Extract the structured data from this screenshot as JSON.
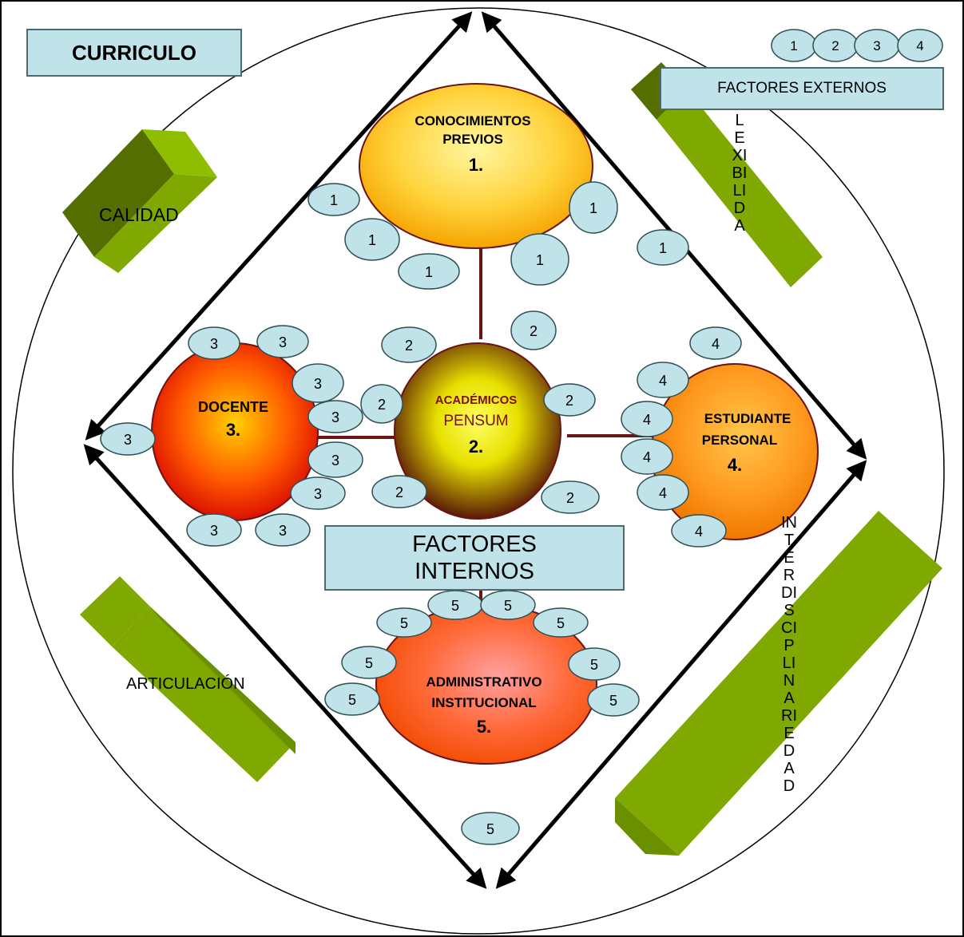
{
  "title": "CURRICULO",
  "external_factors": "FACTORES EXTERNOS",
  "internal_factors": "FACTORES INTERNOS",
  "legend": [
    "1",
    "2",
    "3",
    "4"
  ],
  "side_labels": {
    "calidad": "CALIDAD",
    "articulacion": "ARTICULACIÓN",
    "flexibilidad": [
      "L",
      "E",
      "XI",
      "BI",
      "LI",
      "D",
      "A"
    ],
    "interdisciplinariedad": [
      "IN",
      "T",
      "E",
      "R",
      "DI",
      "S",
      "CI",
      "P",
      "LI",
      "N",
      "A",
      "RI",
      "E",
      "D",
      "A",
      "D"
    ]
  },
  "nodes": {
    "n1": {
      "line1": "CONOCIMIENTOS",
      "line2": "PREVIOS",
      "num": "1."
    },
    "n2": {
      "line1": "ACADÉMICOS",
      "line2": "PENSUM",
      "num": "2."
    },
    "n3": {
      "line1": "DOCENTE",
      "num": "3."
    },
    "n4": {
      "line1": "ESTUDIANTE",
      "line2": "PERSONAL",
      "num": "4."
    },
    "n5": {
      "line1": "ADMINISTRATIVO",
      "line2": "INSTITUCIONAL",
      "num": "5."
    }
  },
  "bubble_labels": {
    "group1": "1",
    "group2": "2",
    "group3": "3",
    "group4": "4",
    "group5": "5"
  },
  "colors": {
    "box_fill": "#bfe3e8",
    "green_bar": "#7fa800",
    "bubble_fill": "#bfe3e8",
    "connector": "#6b1414"
  }
}
